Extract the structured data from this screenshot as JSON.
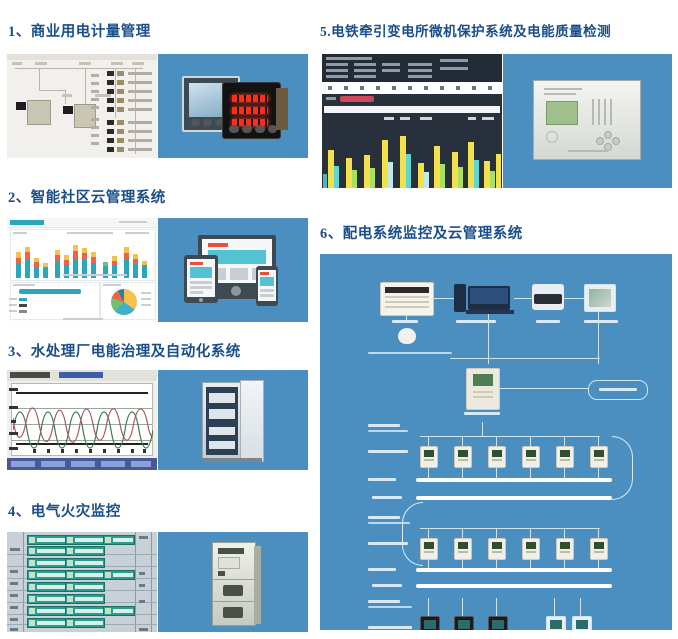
{
  "document": {
    "type": "product-solution-catalog",
    "language": "zh-CN",
    "title_color": "#1a4e8a",
    "background_color": "#ffffff",
    "photo_background_color": "#4a8fc0"
  },
  "sections": [
    {
      "number": "1",
      "separator": "、",
      "title": "1、商业用电计量管理",
      "label": "商业用电计量管理",
      "figures": [
        {
          "name": "one-line-diagram-metering-screenshot",
          "kind": "software-screenshot"
        },
        {
          "name": "multifunction-power-meter-photo",
          "kind": "product-photo"
        }
      ]
    },
    {
      "number": "2",
      "separator": "、",
      "title": "2、智能社区云管理系统",
      "label": "智能社区云管理系统",
      "figures": [
        {
          "name": "energy-dashboard-screenshot",
          "kind": "software-screenshot"
        },
        {
          "name": "responsive-devices-illustration",
          "kind": "illustration"
        }
      ]
    },
    {
      "number": "3",
      "separator": "、",
      "title": "3、水处理厂电能治理及自动化系统",
      "label": "水处理厂电能治理及自动化系统",
      "figures": [
        {
          "name": "harmonic-waveform-analyzer-screenshot",
          "kind": "software-screenshot"
        },
        {
          "name": "power-capacitor-cabinet-photo",
          "kind": "product-photo"
        }
      ]
    },
    {
      "number": "4",
      "separator": "、",
      "title": "4、电气火灾监控",
      "label": "电气火灾监控",
      "figures": [
        {
          "name": "fire-monitoring-table-screenshot",
          "kind": "software-screenshot"
        },
        {
          "name": "switchgear-cabinet-photo",
          "kind": "product-photo"
        }
      ]
    },
    {
      "number": "5",
      "separator": ".",
      "title": "5.电铁牵引变电所微机保护系统及电能质量检测",
      "label": "电铁牵引变电所微机保护系统及电能质量检测",
      "figures": [
        {
          "name": "power-quality-scada-screenshot",
          "kind": "software-screenshot"
        },
        {
          "name": "microcomputer-protection-relay-photo",
          "kind": "product-photo"
        }
      ]
    },
    {
      "number": "6",
      "separator": "、",
      "title": "6、配电系统监控及云管理系统",
      "label": "配电系统监控及云管理系统",
      "figures": [
        {
          "name": "distribution-network-topology-diagram",
          "kind": "topology-diagram"
        }
      ]
    }
  ]
}
